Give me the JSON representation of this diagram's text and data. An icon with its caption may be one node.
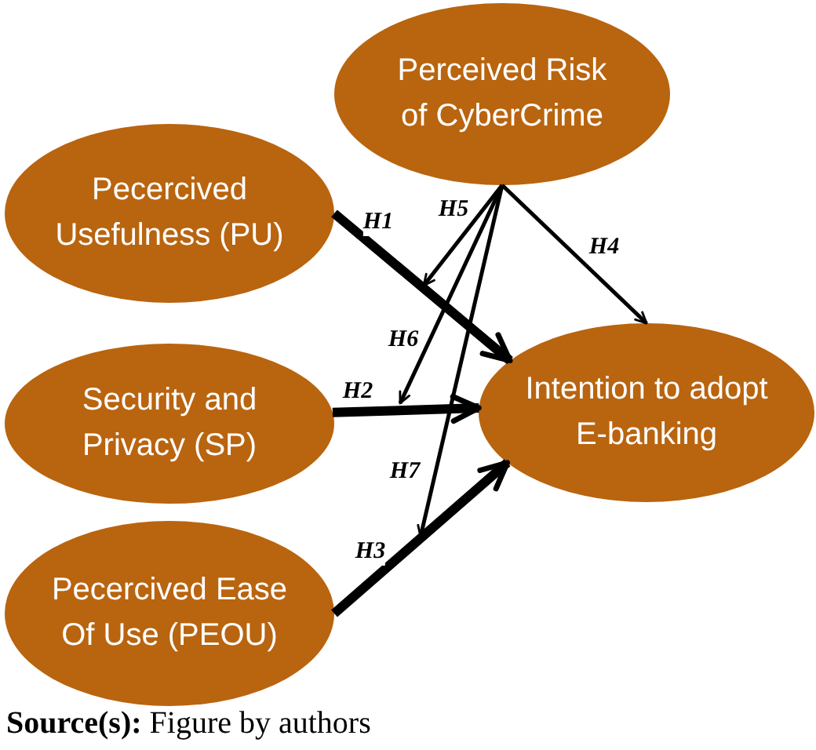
{
  "diagram": {
    "caption": "**Source(s):** Figure by authors",
    "nodes": [
      {
        "text": [
          "Perceived Risk of CyberCrime"
        ]
      },
      {
        "text": [
          "Pecercived Usefulness (PU)"
        ]
      },
      {
        "text": [
          "Security and Privacy (SP)"
        ]
      },
      {
        "text": [
          "Intention to adopt E-banking"
        ]
      },
      {
        "text": [
          "Pecercived Ease Of Use (PEOU)"
        ]
      }
    ],
    "edges": [
      {
        "from": 1,
        "to": 3,
        "arrow": "to",
        "label": "H1",
        "style": "thick"
      },
      {
        "from": 2,
        "to": 3,
        "arrow": "to",
        "label": "H2",
        "style": "thick"
      },
      {
        "from": 4,
        "to": 3,
        "arrow": "to",
        "label": "H3",
        "style": "thick"
      },
      {
        "from": 0,
        "to": 3,
        "arrow": "to",
        "label": "H4"
      },
      {
        "from": 0,
        "to": null,
        "arrow": "to",
        "label": "H5"
      },
      {
        "from": 0,
        "to": null,
        "arrow": "to",
        "label": "H6"
      },
      {
        "from": 0,
        "to": null,
        "arrow": "to",
        "label": "H7"
      }
    ]
  }
}
